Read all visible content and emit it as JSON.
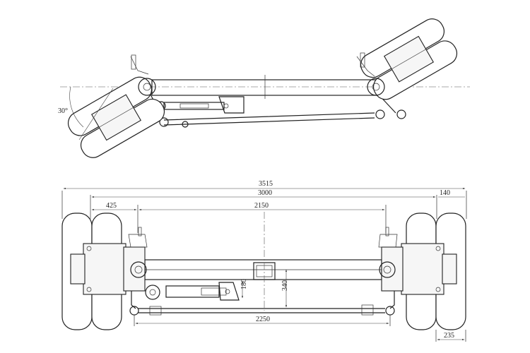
{
  "top_view": {
    "steer_angle_label": "30°"
  },
  "front_view": {
    "dims": {
      "overall_width": "3515",
      "axle_width": "3000",
      "offset_right": "140",
      "offset_left": "425",
      "spring_span": "2150",
      "tie_rod": "2250",
      "beam_height": "180",
      "drop": "340",
      "tire_width": "235"
    }
  },
  "colors": {
    "line": "#222222",
    "background": "#ffffff"
  }
}
